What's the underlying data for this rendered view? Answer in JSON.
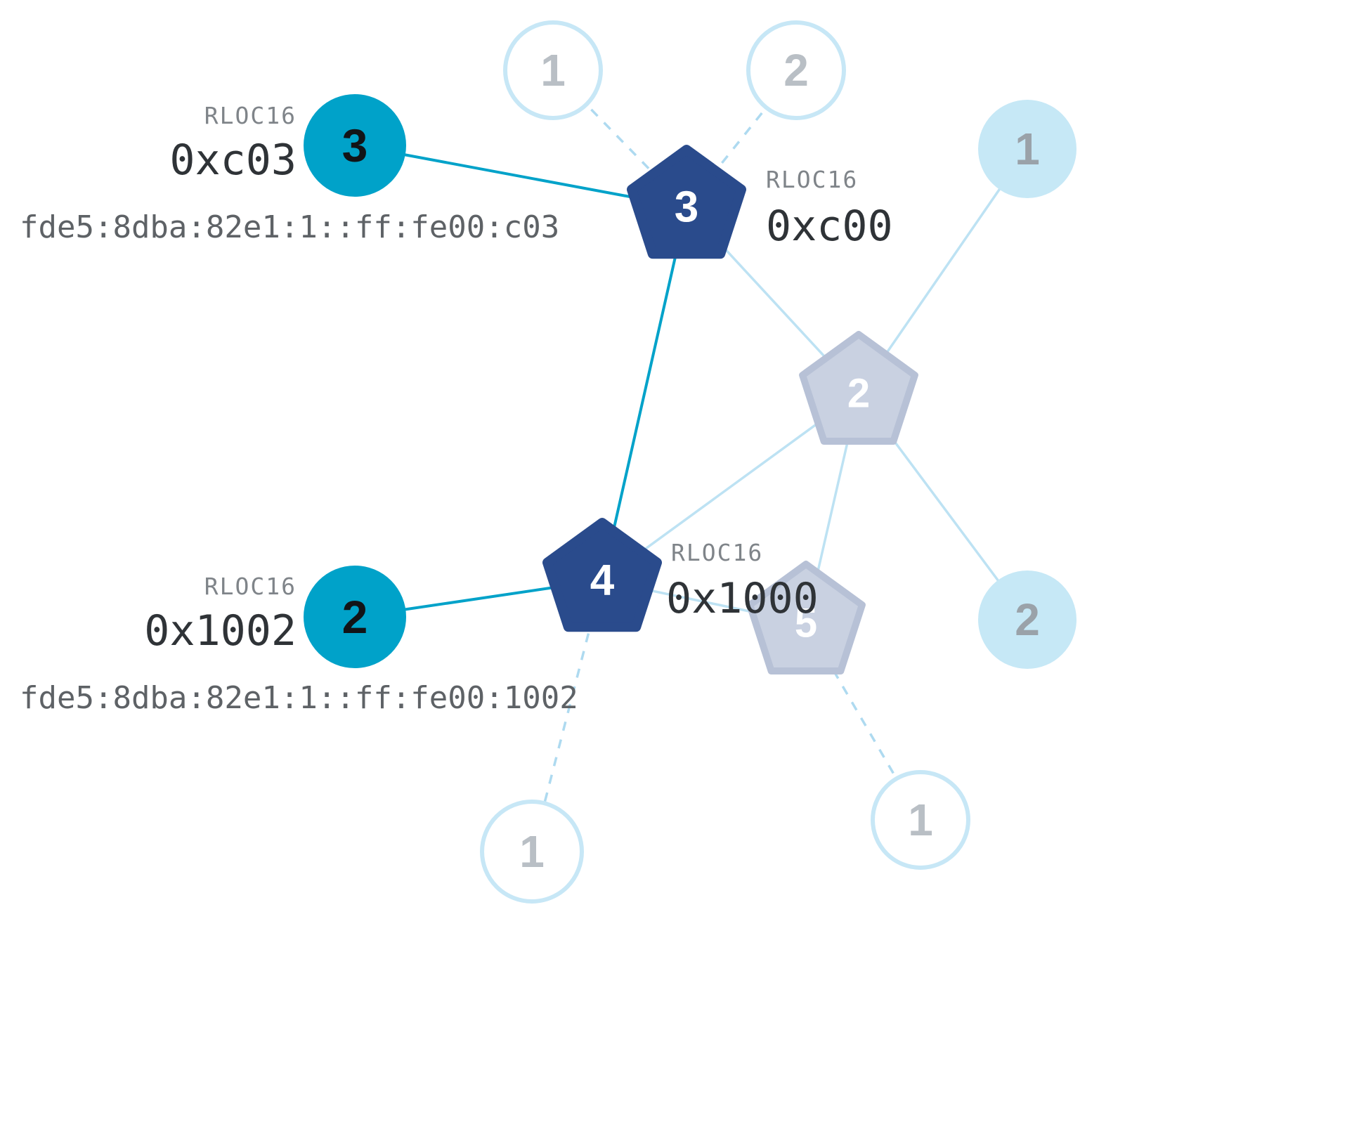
{
  "diagram": {
    "kind": "thread-mesh-network-topology",
    "rloc16_label": "RLOC16",
    "nodes": {
      "child3": {
        "label": "3",
        "role": "end-device",
        "state": "selected",
        "rloc16": "0xc03",
        "ipv6": "fde5:8dba:82e1:1::ff:fe00:c03"
      },
      "router3": {
        "label": "3",
        "role": "router",
        "state": "highlight",
        "rloc16": "0xc00"
      },
      "child2": {
        "label": "2",
        "role": "end-device",
        "state": "selected",
        "rloc16": "0x1002",
        "ipv6": "fde5:8dba:82e1:1::ff:fe00:1002"
      },
      "router4": {
        "label": "4",
        "role": "router",
        "state": "highlight",
        "rloc16": "0x1000"
      },
      "router2": {
        "label": "2",
        "role": "router",
        "state": "muted"
      },
      "router5": {
        "label": "5",
        "role": "router",
        "state": "muted"
      },
      "child1Top": {
        "label": "1",
        "role": "end-device",
        "state": "muted-outline"
      },
      "child2Top": {
        "label": "2",
        "role": "end-device",
        "state": "muted-outline"
      },
      "child1Right": {
        "label": "1",
        "role": "end-device",
        "state": "muted-filled"
      },
      "child2Right": {
        "label": "2",
        "role": "end-device",
        "state": "muted-filled"
      },
      "child1Bottom": {
        "label": "1",
        "role": "end-device",
        "state": "muted-outline"
      },
      "child1BottomRight": {
        "label": "1",
        "role": "end-device",
        "state": "muted-outline"
      }
    },
    "edges": [
      {
        "from": "child1Top",
        "to": "router3",
        "style": "dashed"
      },
      {
        "from": "child2Top",
        "to": "router3",
        "style": "dashed"
      },
      {
        "from": "router3",
        "to": "router2",
        "style": "muted"
      },
      {
        "from": "child1Right",
        "to": "router2",
        "style": "muted"
      },
      {
        "from": "router2",
        "to": "router4",
        "style": "muted"
      },
      {
        "from": "router2",
        "to": "router5",
        "style": "muted"
      },
      {
        "from": "router2",
        "to": "child2Right",
        "style": "muted"
      },
      {
        "from": "router4",
        "to": "router5",
        "style": "muted"
      },
      {
        "from": "router4",
        "to": "child1Bottom",
        "style": "dashed"
      },
      {
        "from": "router5",
        "to": "child1BottomRight",
        "style": "dashed"
      },
      {
        "from": "child3",
        "to": "router3",
        "style": "highlight"
      },
      {
        "from": "router3",
        "to": "router4",
        "style": "highlight"
      },
      {
        "from": "child2",
        "to": "router4",
        "style": "highlight"
      }
    ],
    "colors": {
      "router_highlight_fill": "#2a4b8c",
      "child_highlight_fill": "#00a2c9",
      "router_muted_fill": "#c9d1e1",
      "router_muted_stroke": "#b7c1d6",
      "child_muted_fill": "#c6e8f6",
      "child_outline_stroke": "#c7e7f6",
      "edge_highlight": "#00a2c9",
      "edge_muted": "#bde2f3",
      "edge_dashed": "#aedaf0",
      "rloc_value_text": "#2f3337",
      "rloc_title_text": "#7f8489",
      "ipv6_text": "#5e6266",
      "muted_number_text": "#b9bfc5"
    }
  }
}
